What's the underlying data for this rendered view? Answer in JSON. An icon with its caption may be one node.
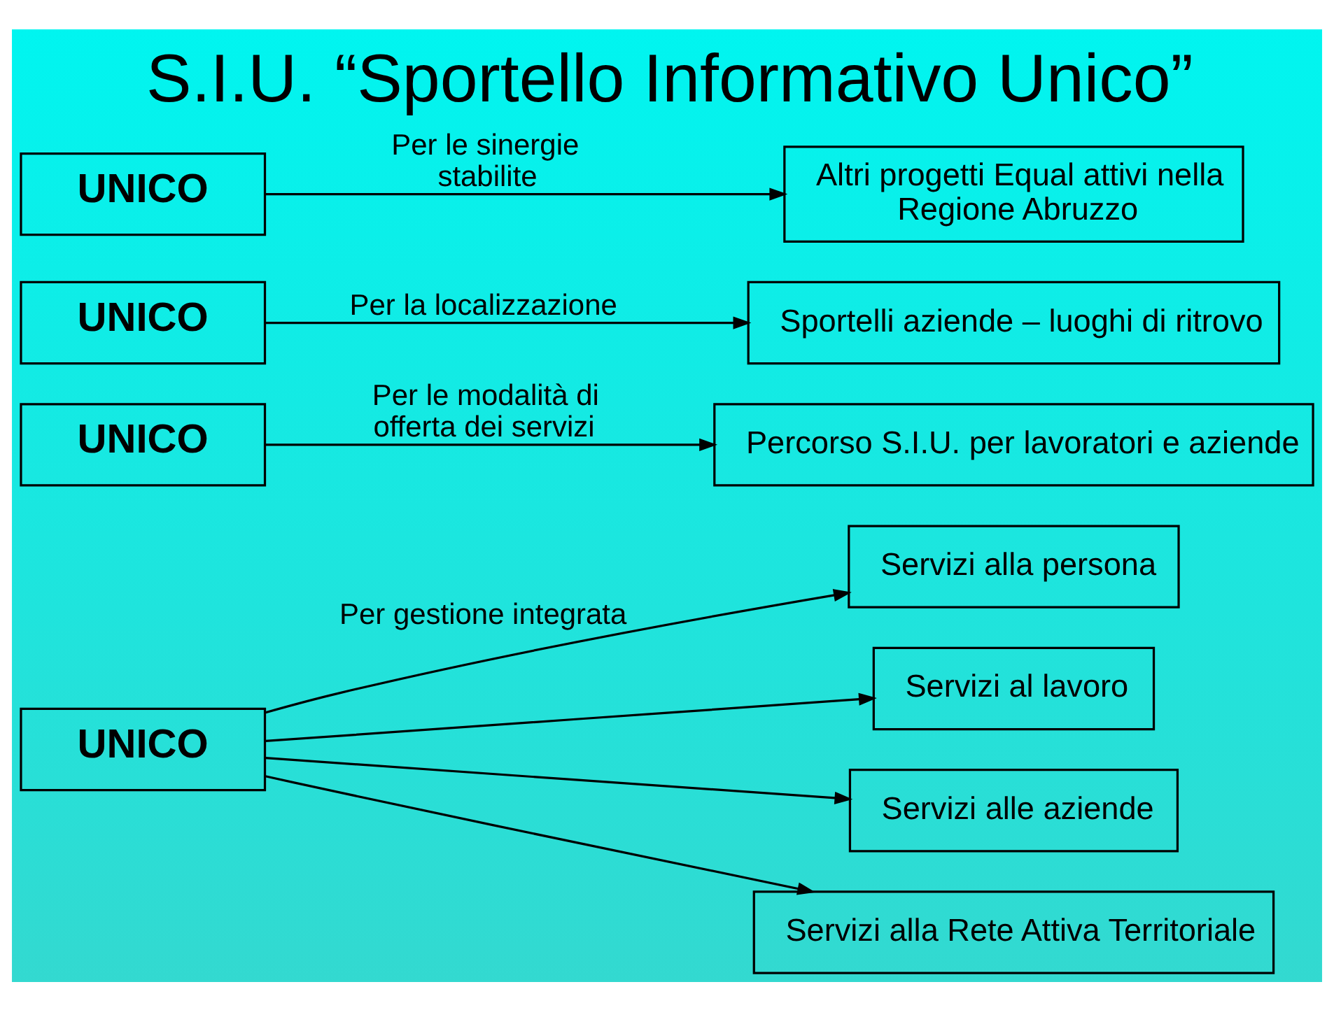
{
  "diagram": {
    "title": "S.I.U. “Sportello Informativo Unico”",
    "nodes": [
      {
        "text": [
          "UNICO"
        ]
      },
      {
        "text": [
          "Servizi alla persona"
        ]
      },
      {
        "text": [
          "Servizi al lavoro"
        ]
      },
      {
        "text": [
          "Servizi alle aziende"
        ]
      },
      {
        "text": [
          "Servizi alla Rete Attiva Territoriale"
        ]
      },
      {
        "text": [
          "UNICO"
        ]
      },
      {
        "text": [
          "Percorso S.I.U. per lavoratori e aziende"
        ]
      },
      {
        "text": [
          "UNICO"
        ]
      },
      {
        "text": [
          "Sportelli aziende – luoghi di ritrovo"
        ]
      },
      {
        "text": [
          "UNICO"
        ]
      },
      {
        "text": [
          "Altri progetti Equal attivi nella Regione Abruzzo"
        ]
      }
    ],
    "edges": [
      {
        "from": 0,
        "to": 1,
        "arrow": "to",
        "label": "Per gestione integrata"
      },
      {
        "from": 0,
        "to": 2,
        "arrow": "to"
      },
      {
        "from": 0,
        "to": 3,
        "arrow": "to"
      },
      {
        "from": 0,
        "to": 4,
        "arrow": "to"
      },
      {
        "from": 5,
        "to": 6,
        "arrow": "to",
        "label": "Per le modalità di offerta dei servizi"
      },
      {
        "from": 7,
        "to": 8,
        "arrow": "to",
        "label": "Per la localizzazione"
      },
      {
        "from": 9,
        "to": 10,
        "arrow": "to",
        "label": "Per le sinergie stabilite"
      }
    ]
  }
}
